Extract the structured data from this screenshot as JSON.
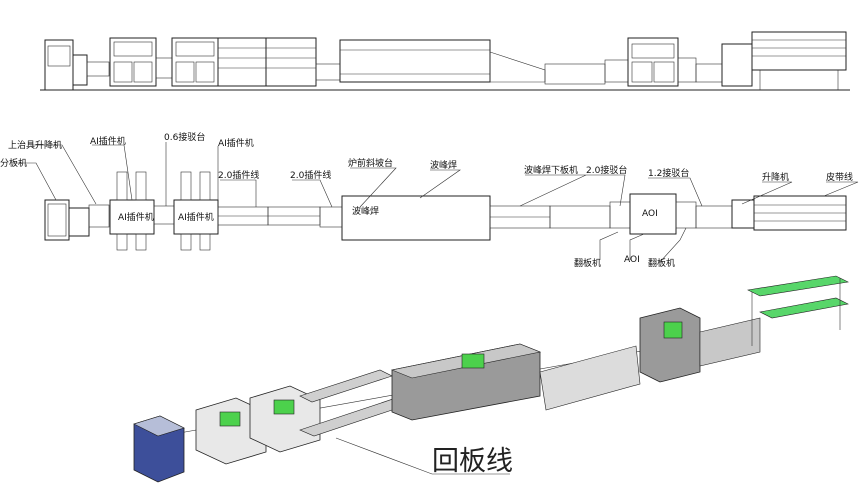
{
  "labels": {
    "upper_fixture_lifter": "上治具升降机",
    "splitter": "分板机",
    "ai_inserter_1": "AI插件机",
    "transfer_06": "0.6接驳台",
    "ai_inserter_2": "AI插件机",
    "insert_line_20_a": "2.0插件线",
    "insert_line_20_b": "2.0插件线",
    "pre_furnace_slope": "炉前斜坡台",
    "wave_solder": "波峰焊",
    "wave_unload": "波峰焊下板机",
    "transfer_20": "2.0接驳台",
    "transfer_12": "1.2接驳台",
    "lifter": "升降机",
    "belt_line": "皮带线",
    "flip_1": "翻板机",
    "aoi_bottom": "AOI",
    "flip_2": "翻板机"
  },
  "inline": {
    "ai_1": "AI插件机",
    "ai_2": "AI插件机",
    "wave": "波峰焊",
    "aoi": "AOI"
  },
  "return_line": "回板线",
  "colors": {
    "machine_green": "#4cd14c",
    "machine_grey": "#9a9a9a",
    "belt_green": "#58d66a",
    "line": "#222222"
  }
}
